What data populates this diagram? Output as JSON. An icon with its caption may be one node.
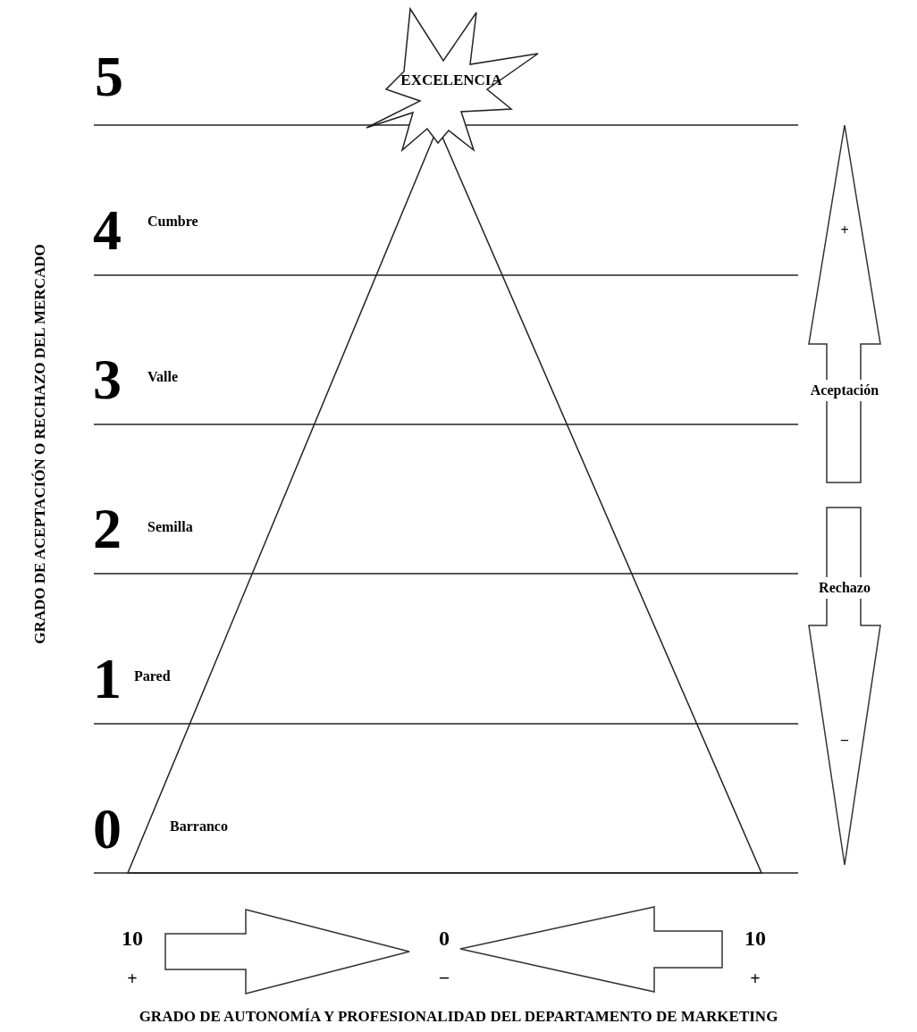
{
  "diagram": {
    "nodes": [
      {
        "text": [
          "EXCELENCIA"
        ]
      }
    ],
    "labels": [
      "GRADO DE ACEPTACIÓN O RECHAZO DEL MERCADO",
      "5",
      "4",
      "Cumbre",
      "+",
      "3",
      "Valle",
      "Aceptación",
      "2",
      "Semilla",
      "Rechazo",
      "1",
      "Pared",
      "–",
      "0",
      "Barranco",
      "10",
      "0",
      "10",
      "+",
      "–",
      "+",
      "GRADO DE AUTONOMÍA Y PROFESIONALIDAD DEL DEPARTAMENTO DE MARKETING"
    ]
  }
}
